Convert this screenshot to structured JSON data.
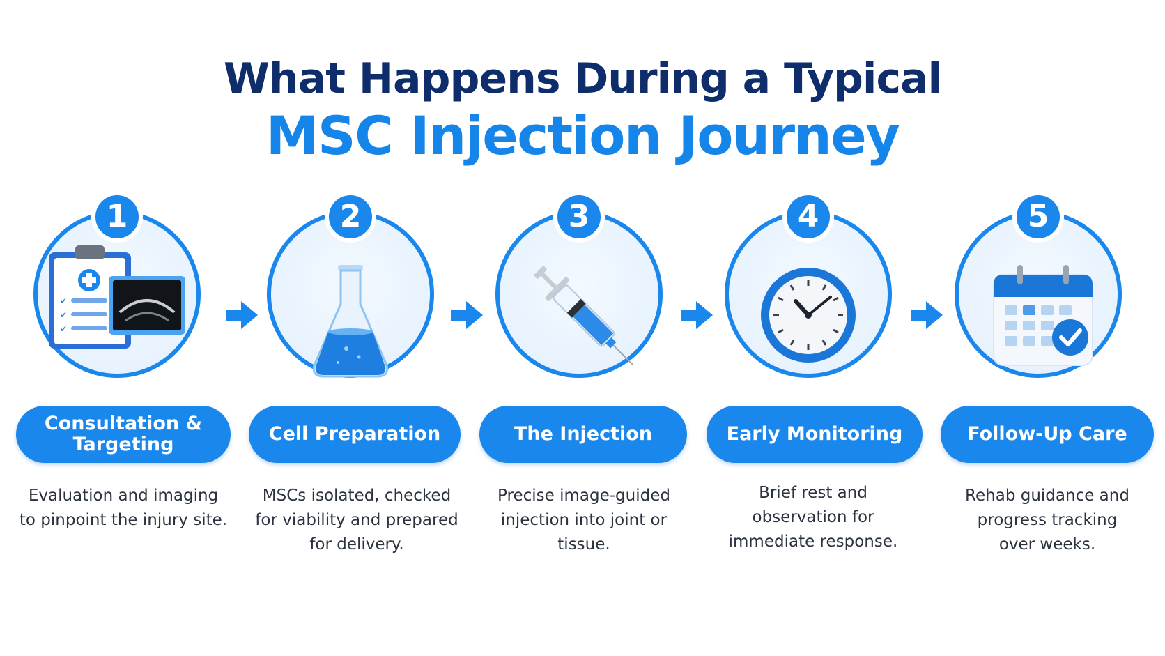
{
  "title": {
    "line1": "What Happens During a Typical",
    "line2": "MSC Injection Journey"
  },
  "colors": {
    "primary": "#1a87ec",
    "title_dark": "#0f2d6b",
    "title_blue": "#1685ea"
  },
  "steps": [
    {
      "number": "1",
      "label_line1": "Consultation &",
      "label_line2": "Targeting",
      "icon": "clipboard-ultrasound-icon",
      "desc_line1": "Evaluation and imaging",
      "desc_line2": "to pinpoint the injury site.",
      "desc_line3": ""
    },
    {
      "number": "2",
      "label_line1": "Cell Preparation",
      "label_line2": "",
      "icon": "flask-icon",
      "desc_line1": "MSCs isolated, checked",
      "desc_line2": "for viability and prepared",
      "desc_line3": "for delivery."
    },
    {
      "number": "3",
      "label_line1": "The Injection",
      "label_line2": "",
      "icon": "syringe-icon",
      "desc_line1": "Precise image-guided",
      "desc_line2": "injection into joint or",
      "desc_line3": "tissue."
    },
    {
      "number": "4",
      "label_line1": "Early Monitoring",
      "label_line2": "",
      "icon": "clock-icon",
      "desc_line1": "Brief rest and",
      "desc_line2": "observation for",
      "desc_line3": "immediate response."
    },
    {
      "number": "5",
      "label_line1": "Follow-Up Care",
      "label_line2": "",
      "icon": "calendar-check-icon",
      "desc_line1": "Rehab guidance and",
      "desc_line2": "progress tracking",
      "desc_line3": "over weeks."
    }
  ]
}
